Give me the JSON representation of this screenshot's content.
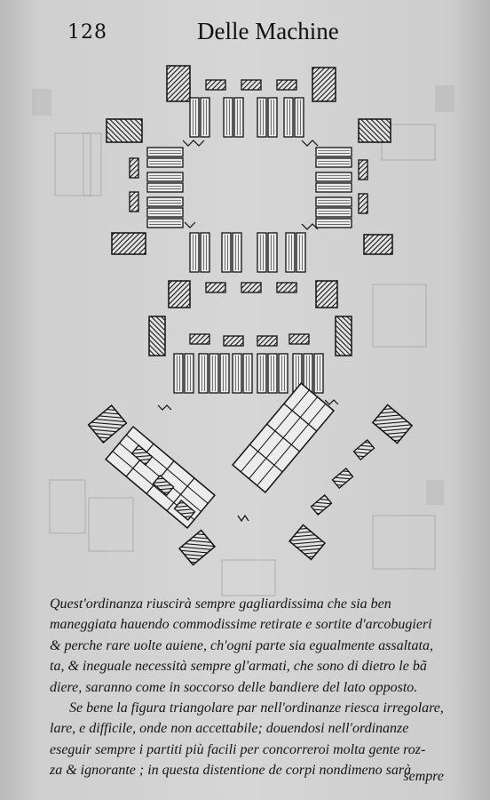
{
  "header": {
    "page_number": "128",
    "running_title": "Delle Machine"
  },
  "body_text": [
    "Quest'ordinanza riuscirà sempre gagliardissima che sia ben",
    "maneggiata hauendo commodissime retirate e sortite d'arcobugieri",
    "& perche rare uolte auiene, ch'ogni parte sia egualmente assaltata,",
    "ta, & ineguale necessità sempre gl'armati, che sono di dietro le bã",
    "diere, saranno come in soccorso delle bandiere del lato opposto.",
    "Se bene la figura triangolare par nell'ordinanze riesca irregolare,",
    "lare, e difficile, onde non accettabile; douendosi nell'ordinanze",
    "eseguir sempre i partiti più facili per concorreroi molta gente roz-",
    "za & ignorante ; in questa distentione de corpi nondimeno sarà"
  ],
  "catchword": "sempre"
}
